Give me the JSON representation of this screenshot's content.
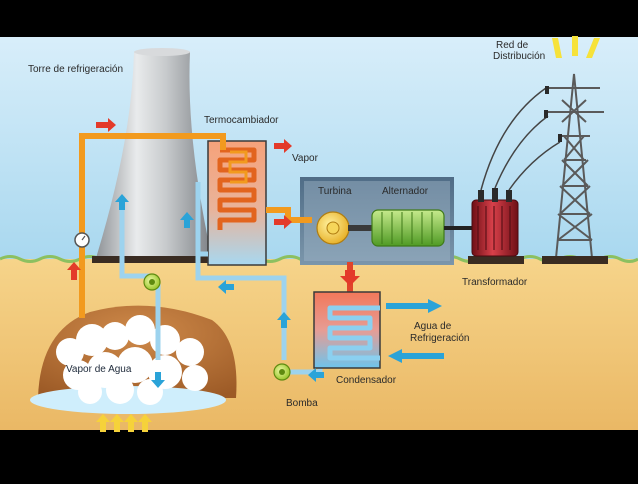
{
  "labels": {
    "cooling_tower": "Torre de refrigeración",
    "heat_exchanger": "Termocambiador",
    "steam": "Vapor",
    "turbine": "Turbina",
    "alternator": "Alternador",
    "distribution_line1": "Red de",
    "distribution_line2": "Distribución",
    "transformer": "Transformador",
    "cooling_water_line1": "Agua de",
    "cooling_water_line2": "Refrigeración",
    "condenser": "Condensador",
    "pump": "Bomba",
    "water_vapor": "Vapor de Agua"
  },
  "colors": {
    "sky": "#bfe3f4",
    "ground": "#f0c97a",
    "hot_pipe": "#f29a1e",
    "steam_pipe": "#e0442a",
    "cold_pipe": "#9dd3ee",
    "arrow_red": "#e33a2a",
    "arrow_blue": "#2aa3d8",
    "alternator": "#7cc242",
    "turbine": "#f4c430",
    "transformer": "#b0202a"
  }
}
